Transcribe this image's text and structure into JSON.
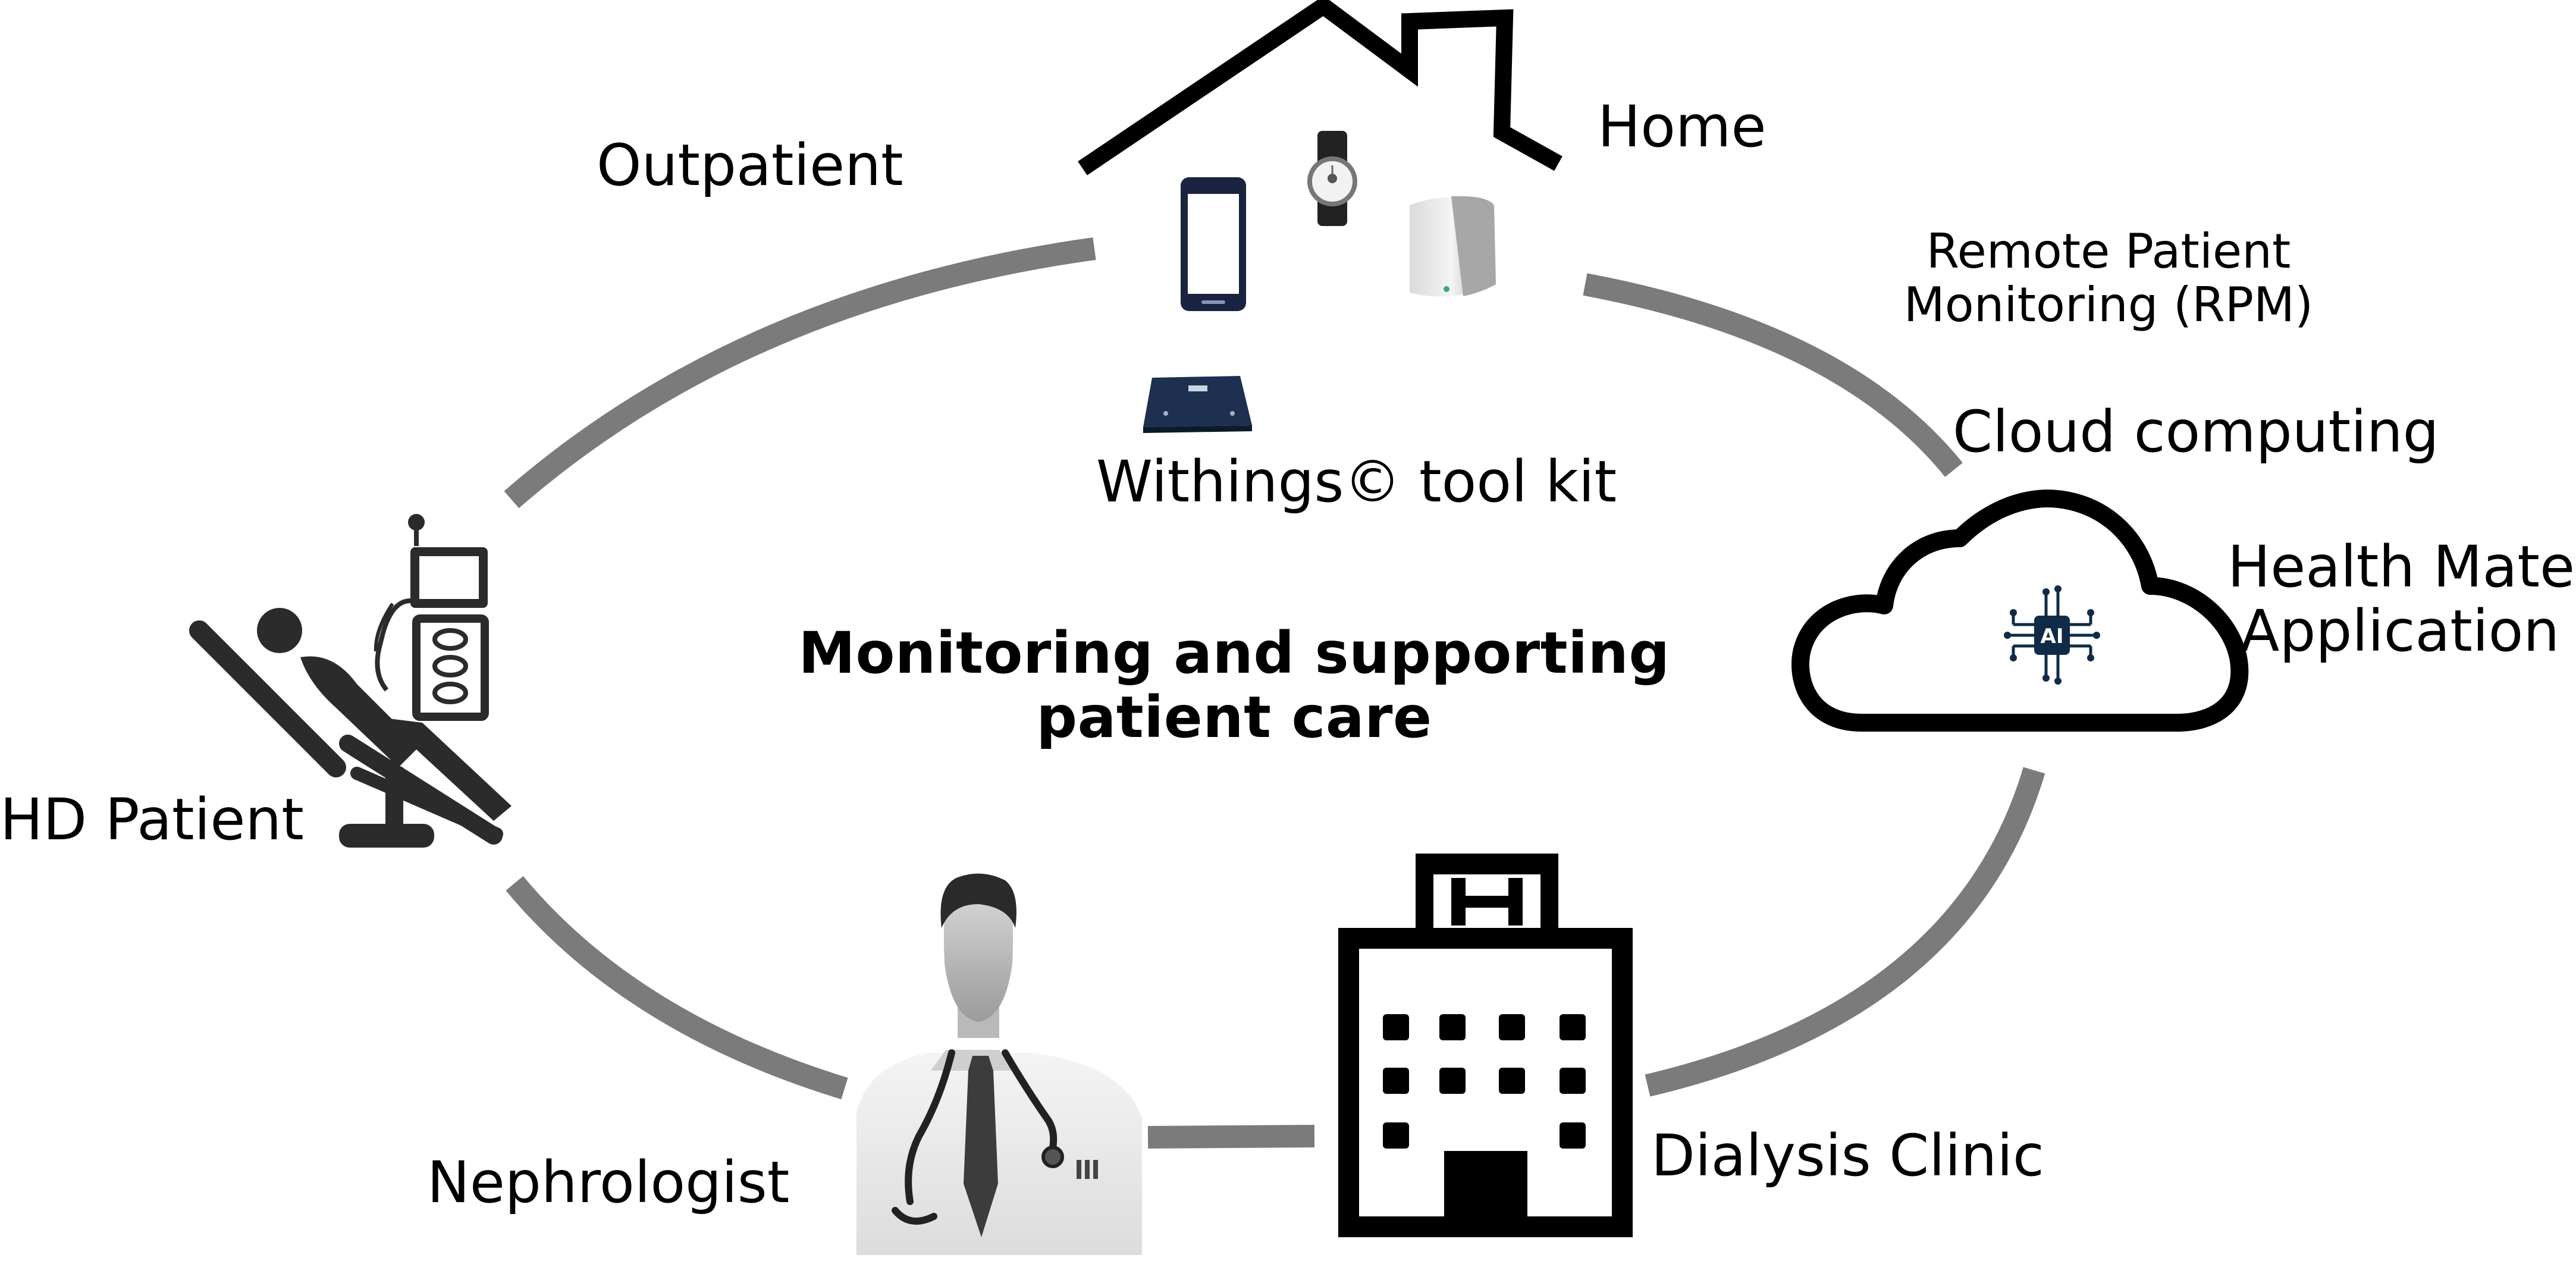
{
  "center": {
    "line1": "Monitoring and supporting",
    "line2": "patient care"
  },
  "labels": {
    "outpatient": "Outpatient",
    "home": "Home",
    "rpm_line1": "Remote Patient",
    "rpm_line2": "Monitoring (RPM)",
    "cloud": "Cloud computing",
    "app_line1": "Health Mate",
    "app_line2": "Application",
    "toolkit": "Withings© tool kit",
    "patient": "HD Patient",
    "nephrologist": "Nephrologist",
    "clinic": "Dialysis Clinic",
    "ai_chip": "AI"
  },
  "colors": {
    "cycle": "#7b7b7b",
    "ink": "#000000",
    "chip": "#0f2b47",
    "phone": "#1a2340"
  },
  "icons": [
    "house-icon",
    "smartphone-icon",
    "smartwatch-icon",
    "blood-pressure-cuff-icon",
    "smart-scale-icon",
    "cloud-icon",
    "ai-chip-icon",
    "dialysis-chair-icon",
    "doctor-icon",
    "hospital-icon"
  ]
}
